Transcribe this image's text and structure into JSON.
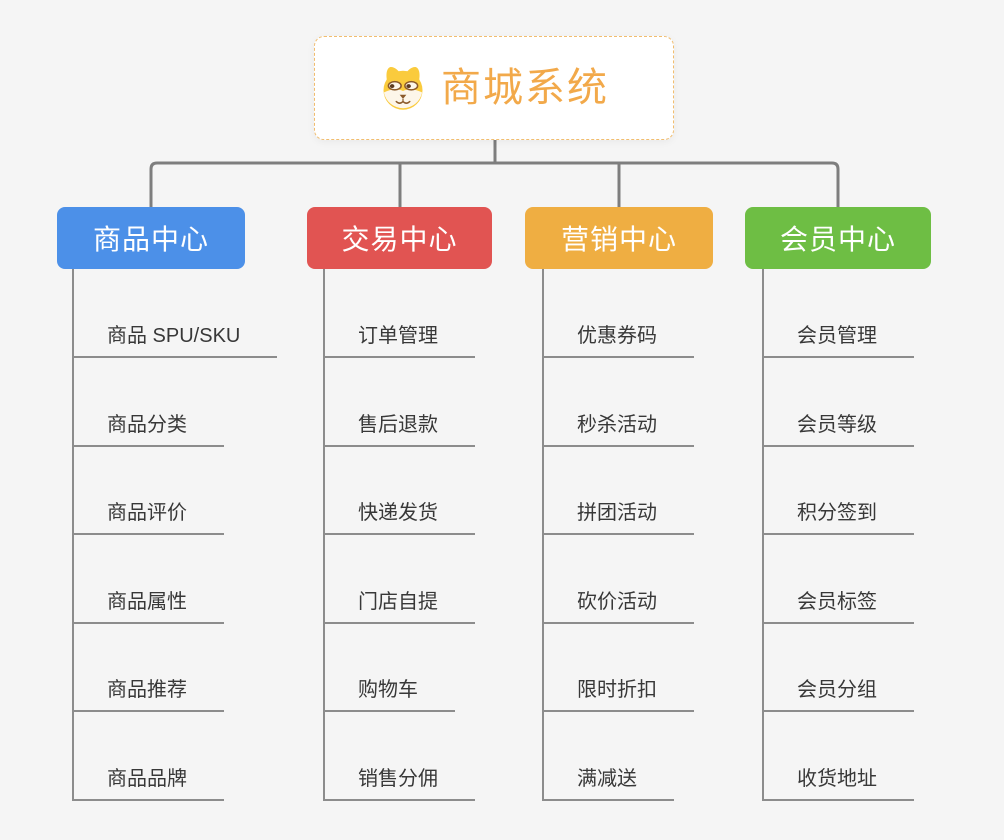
{
  "page": {
    "background": "#F5F5F5"
  },
  "root": {
    "title": "商城系统",
    "icon": "dog-face-icon",
    "text_color": "#F2A94A",
    "border_color": "#F1BD6F"
  },
  "branches": [
    {
      "label": "商品中心",
      "color": "#4C90E8",
      "items": [
        "商品 SPU/SKU",
        "商品分类",
        "商品评价",
        "商品属性",
        "商品推荐",
        "商品品牌"
      ]
    },
    {
      "label": "交易中心",
      "color": "#E15452",
      "items": [
        "订单管理",
        "售后退款",
        "快递发货",
        "门店自提",
        "购物车",
        "销售分佣"
      ]
    },
    {
      "label": "营销中心",
      "color": "#EFAE42",
      "items": [
        "优惠券码",
        "秒杀活动",
        "拼团活动",
        "砍价活动",
        "限时折扣",
        "满减送"
      ]
    },
    {
      "label": "会员中心",
      "color": "#6EBE44",
      "items": [
        "会员管理",
        "会员等级",
        "积分签到",
        "会员标签",
        "会员分组",
        "收货地址"
      ]
    }
  ],
  "connector_colors": {
    "tree": "#7E7E7E",
    "leaf": "#8C8C8C"
  }
}
